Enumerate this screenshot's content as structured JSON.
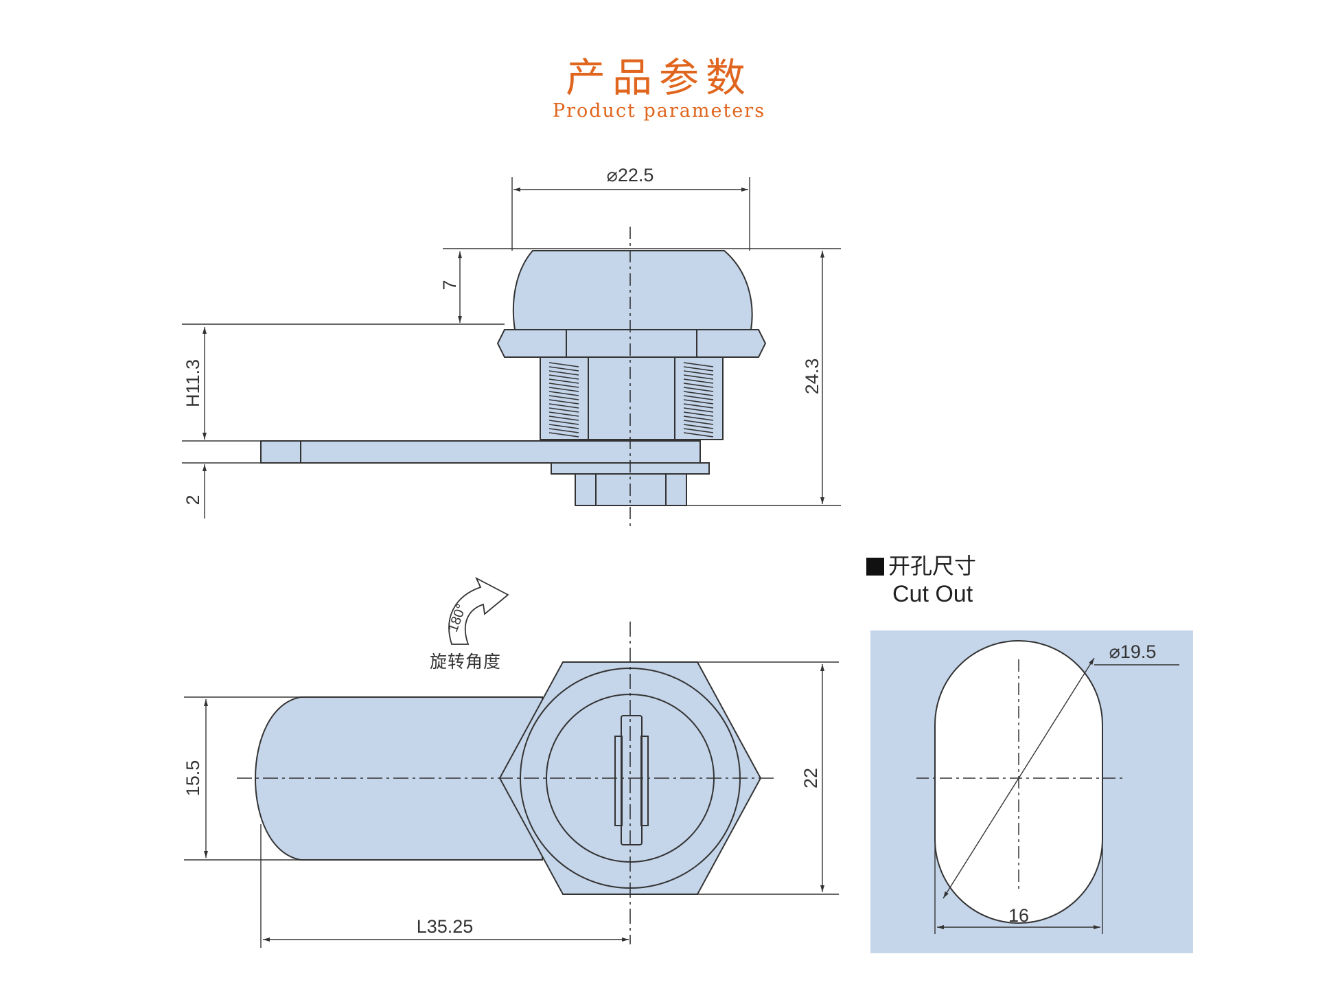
{
  "header": {
    "title_zh": "产品参数",
    "title_en": "Product parameters",
    "accent_color": "#e0651e"
  },
  "colors": {
    "part_fill": "#c5d5ea",
    "line": "#333333",
    "cutout_bg": "#c5d5ea"
  },
  "side_view": {
    "dims": {
      "diameter": "⌀22.5",
      "cap_height": "7",
      "h": "H11.3",
      "total_height": "24.3",
      "thickness": "2"
    }
  },
  "front_view": {
    "rotation": {
      "angle": "180°",
      "label": "旋转角度",
      "icon": "rotation-arrow-icon"
    },
    "dims": {
      "cam_width": "15.5",
      "hex_height": "22",
      "length": "L35.25"
    }
  },
  "cutout": {
    "label_zh": "开孔尺寸",
    "label_en": "Cut Out",
    "dims": {
      "diameter": "⌀19.5",
      "flat_width": "16"
    }
  }
}
